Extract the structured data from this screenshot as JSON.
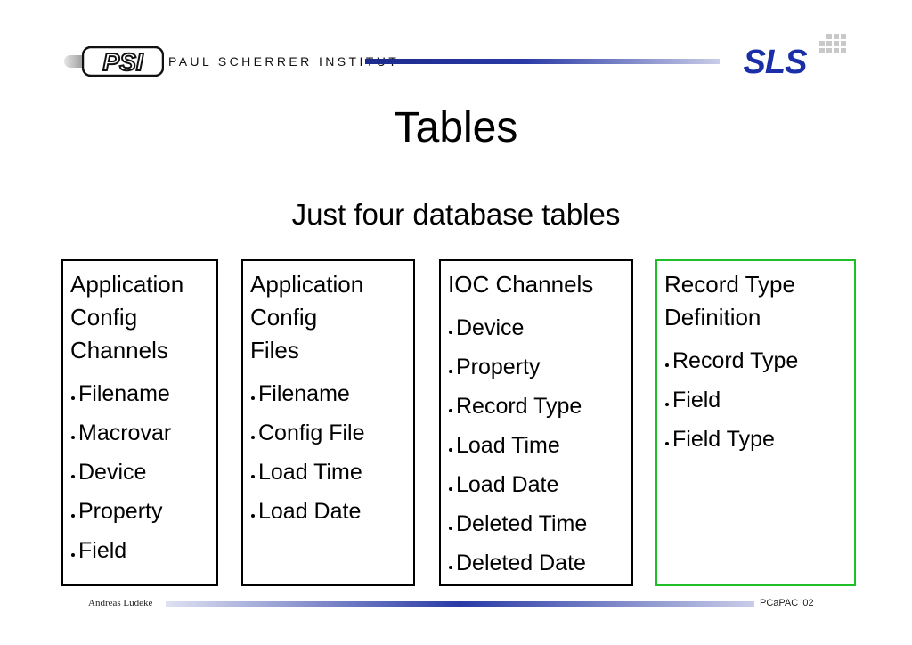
{
  "header": {
    "logo_left_text": "PSI",
    "institute_name": "PAUL SCHERRER INSTITUT",
    "logo_right_text": "SLS",
    "colors": {
      "bar_blue": "#1b2a8c",
      "sls_blue": "#1a2ea8"
    }
  },
  "slide": {
    "title": "Tables",
    "subtitle": "Just four database tables"
  },
  "tables": [
    {
      "title": "Application\nConfig\nChannels",
      "fields": [
        "Filename",
        "Macrovar",
        "Device",
        "Property",
        "Field"
      ]
    },
    {
      "title": "Application\nConfig\nFiles",
      "fields": [
        "Filename",
        "Config File",
        "Load Time",
        "Load Date"
      ]
    },
    {
      "title": "IOC Channels",
      "fields": [
        "Device",
        "Property",
        "Record Type",
        "Load Time",
        "Load Date",
        "Deleted Time",
        "Deleted Date"
      ]
    },
    {
      "title": "Record Type\nDefinition",
      "fields": [
        "Record Type",
        "Field",
        "Field Type"
      ],
      "border_color": "#1fbf2a"
    }
  ],
  "footer": {
    "author": "Andreas Lüdeke",
    "conference": "PCaPAC '02"
  }
}
